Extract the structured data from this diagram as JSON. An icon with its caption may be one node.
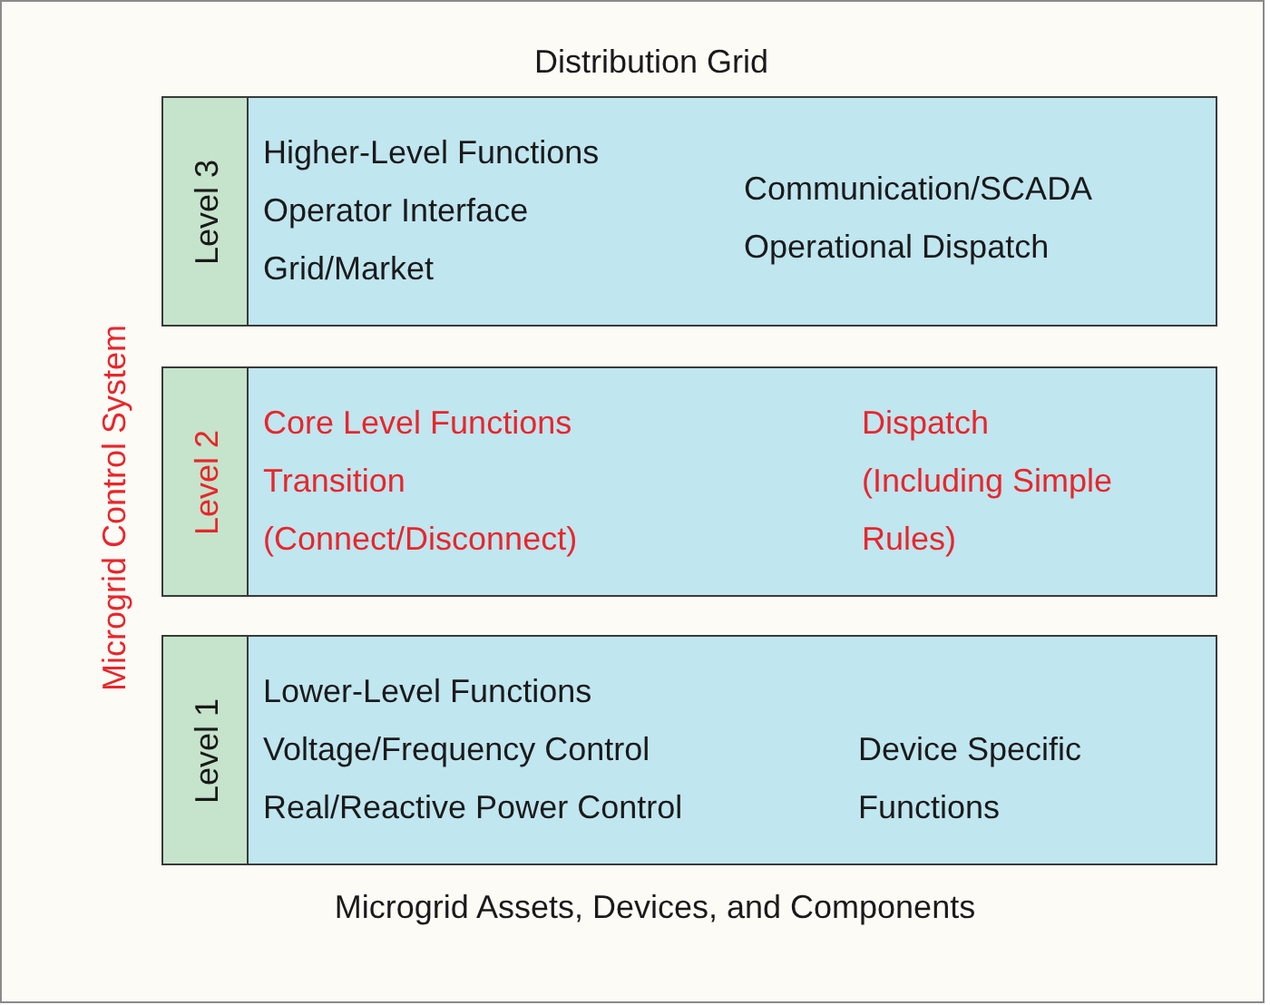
{
  "diagram": {
    "nodes": [
      {
        "text": [
          "Distribution Grid",
          "Microgrid Control System",
          "Microgrid Assets, Devices, and Components"
        ]
      },
      {
        "text": [
          "Level 3",
          "Higher-Level Functions",
          "Operator Interface",
          "Grid/Market",
          "Communication/SCADA",
          "Operational Dispatch"
        ],
        "in": 0
      },
      {
        "text": [
          "Level 2",
          "Core Level Functions",
          "Transition",
          "(Connect/Disconnect)",
          "Dispatch",
          "(Including Simple Rules)"
        ],
        "in": 0
      },
      {
        "text": [
          "Level 1",
          "Lower-Level Functions",
          "Voltage/Frequency Control",
          "Real/Reactive Power Control",
          "Device Specific Functions"
        ],
        "in": 0
      }
    ]
  }
}
